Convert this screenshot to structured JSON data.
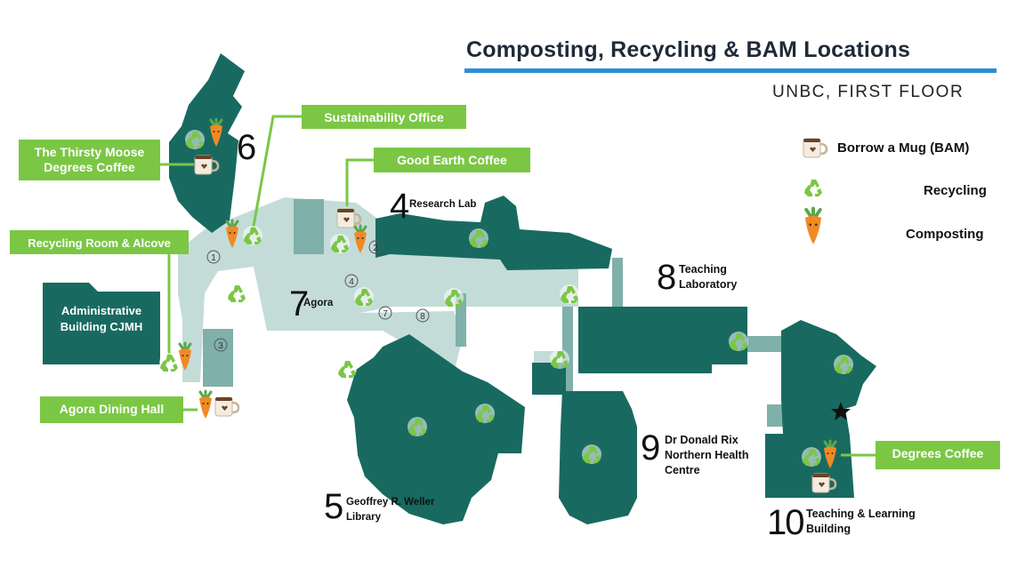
{
  "header": {
    "title": "Composting, Recycling & BAM Locations",
    "subtitle": "UNBC, FIRST FLOOR"
  },
  "colors": {
    "building": "#186a60",
    "building_light": "#7fb0aa",
    "corridor": "#c4dcd8",
    "label_bg": "#7bc744",
    "title_rule": "#2b8fd6"
  },
  "legend": {
    "items": [
      {
        "icon": "mug-icon",
        "label": "Borrow a Mug (BAM)"
      },
      {
        "icon": "recycle-icon",
        "label": "Recycling"
      },
      {
        "icon": "carrot-icon",
        "label": "Composting"
      }
    ]
  },
  "callouts": {
    "thirsty_moose": "The Thirsty Moose Degrees Coffee",
    "sustainability": "Sustainability Office",
    "good_earth": "Good Earth Coffee",
    "recycling_room": "Recycling Room & Alcove",
    "agora_dining": "Agora Dining Hall",
    "degrees_coffee": "Degrees Coffee"
  },
  "buildings": {
    "b4": {
      "number": "4",
      "name": "Research Lab"
    },
    "b5": {
      "number": "5",
      "name": "Geoffrey R. Weller Library"
    },
    "b6": {
      "number": "6"
    },
    "b7": {
      "number": "7",
      "name": "Agora"
    },
    "b8": {
      "number": "8",
      "name": "Teaching Laboratory"
    },
    "b9": {
      "number": "9",
      "name": "Dr Donald Rix Northern Health Centre"
    },
    "b10": {
      "number": "10",
      "name": "Teaching & Learning Building"
    },
    "admin": {
      "name": "Administrative Building CJMH"
    }
  },
  "entrances": [
    "1",
    "2",
    "3",
    "4",
    "7",
    "8"
  ]
}
